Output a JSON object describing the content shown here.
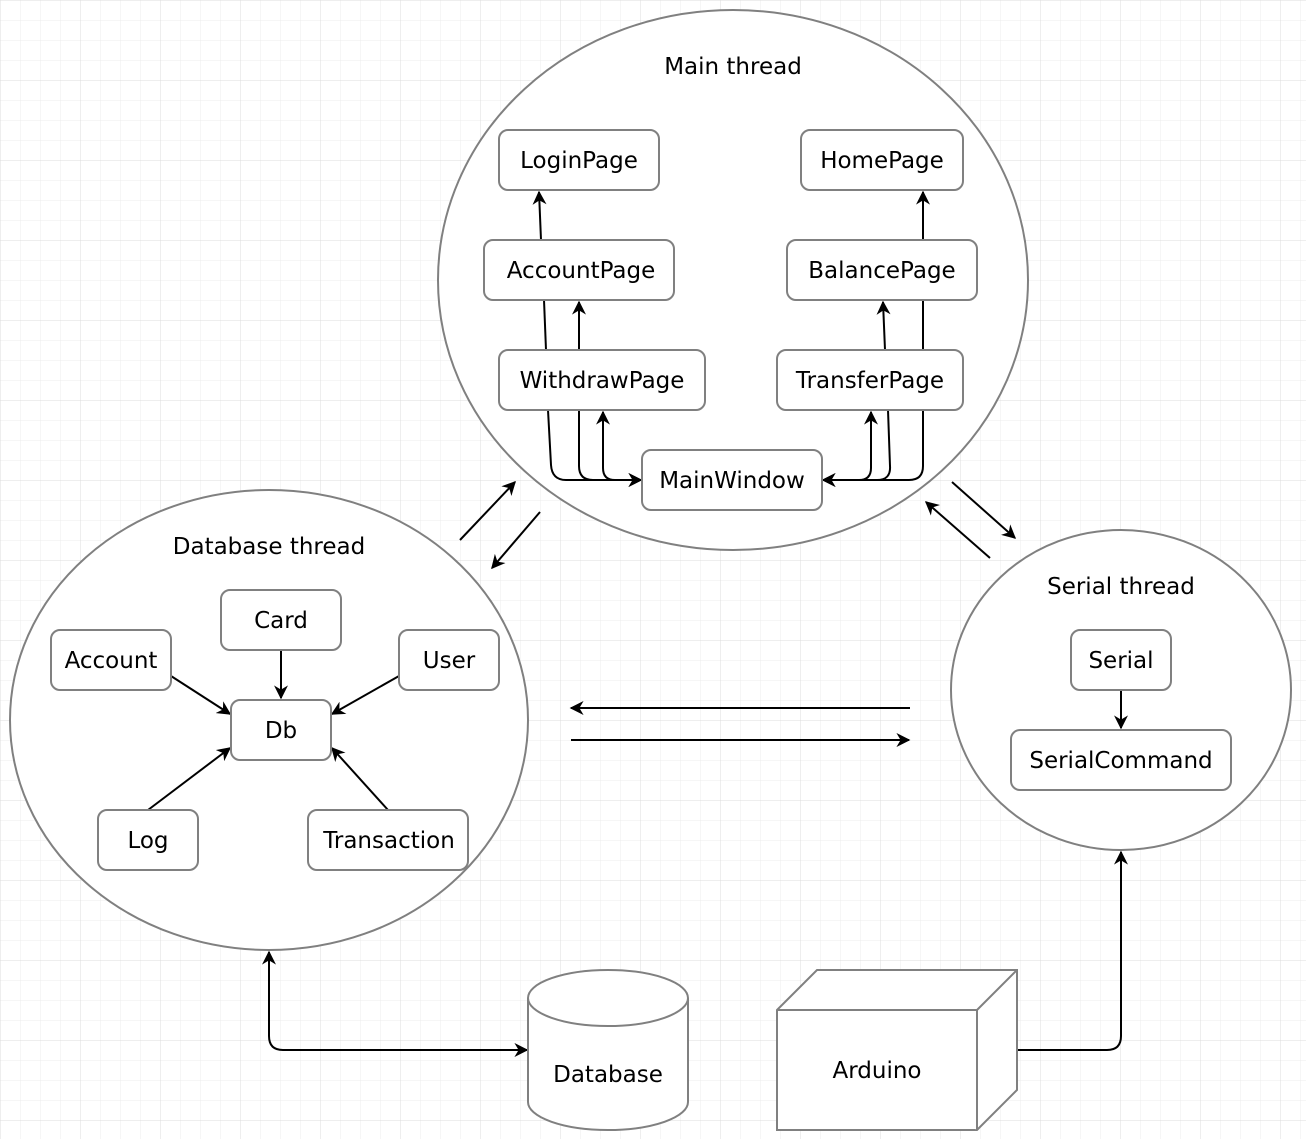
{
  "regions": {
    "main": {
      "title": "Main thread"
    },
    "database": {
      "title": "Database thread"
    },
    "serial": {
      "title": "Serial thread"
    }
  },
  "nodes": {
    "login": "LoginPage",
    "home": "HomePage",
    "account_page": "AccountPage",
    "balance": "BalancePage",
    "withdraw": "WithdrawPage",
    "transfer": "TransferPage",
    "main_window": "MainWindow",
    "account": "Account",
    "card": "Card",
    "user": "User",
    "db": "Db",
    "log": "Log",
    "transaction": "Transaction",
    "serial": "Serial",
    "serial_command": "SerialCommand"
  },
  "externals": {
    "database": "Database",
    "arduino": "Arduino"
  }
}
